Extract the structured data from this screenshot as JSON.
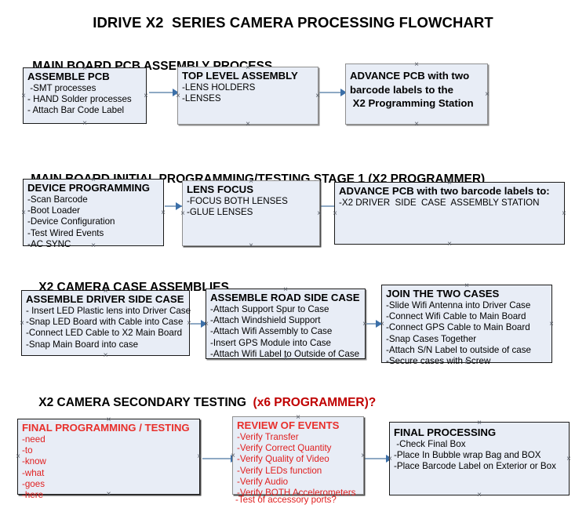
{
  "document": {
    "title": "IDRIVE X2  SERIES CAMERA PROCESSING FLOWCHART"
  },
  "sections": [
    {
      "id": "main-board-pcb-assembly",
      "heading": "MAIN BOARD PCB ASSEMBLY PROCESS",
      "heading_accent": ""
    },
    {
      "id": "main-board-initial-programming",
      "heading": "MAIN BOARD INITIAL PROGRAMMING/TESTING STAGE 1 (X2 PROGRAMMER)",
      "heading_accent": ""
    },
    {
      "id": "x2-camera-case-assemblies",
      "heading": "X2 CAMERA CASE ASSEMBLIES",
      "heading_accent": ""
    },
    {
      "id": "x2-camera-secondary-testing",
      "heading": "X2 CAMERA SECONDARY TESTING  ",
      "heading_accent": "(x6 PROGRAMMER)?"
    }
  ],
  "boxes": {
    "assemble_pcb": {
      "title": "ASSEMBLE PCB",
      "lines": [
        " -SMT processes",
        "- HAND Solder processes",
        "- Attach Bar Code Label"
      ]
    },
    "top_level_assembly": {
      "title": "TOP LEVEL ASSEMBLY",
      "lines": [
        "-LENS HOLDERS",
        "-LENSES"
      ]
    },
    "advance_pcb_station": {
      "title": "",
      "lines": [
        "ADVANCE PCB with two",
        "barcode labels to the",
        " X2 Programming Station"
      ]
    },
    "device_programming": {
      "title": "DEVICE PROGRAMMING",
      "lines": [
        "-Scan Barcode",
        "-Boot Loader",
        "-Device Configuration",
        "-Test Wired Events",
        "-AC SYNC"
      ]
    },
    "lens_focus": {
      "title": "LENS FOCUS",
      "lines": [
        "-FOCUS BOTH LENSES",
        "-GLUE LENSES"
      ]
    },
    "advance_pcb_driver_side": {
      "title": "ADVANCE PCB with two barcode labels to:",
      "lines": [
        "-X2 DRIVER  SIDE  CASE  ASSEMBLY STATION"
      ]
    },
    "assemble_driver_side_case": {
      "title": "ASSEMBLE DRIVER SIDE CASE",
      "lines": [
        "- Insert LED Plastic lens into Driver Case",
        "-Snap LED Board with Cable into Case",
        "-Connect LED Cable to X2 Main Board",
        "-Snap Main Board into case"
      ]
    },
    "assemble_road_side_case": {
      "title": "ASSEMBLE ROAD SIDE CASE",
      "lines": [
        "-Attach Support Spur to Case",
        "-Attach Windshield Support",
        "-Attach Wifi Assembly to Case",
        "-Insert GPS Module into Case",
        "-Attach Wifi Label to Outside of Case"
      ]
    },
    "join_the_two_cases": {
      "title": "JOIN THE TWO CASES",
      "lines": [
        "-Slide Wifi Antenna into Driver Case",
        "-Connect Wifi Cable to Main Board",
        "-Connect GPS Cable to Main Board",
        "-Snap Cases Together",
        "-Attach S/N Label to outside of case",
        "-Secure cases with Screw"
      ]
    },
    "final_programming_testing": {
      "title": "FINAL PROGRAMMING / TESTING",
      "lines": [
        "-need",
        "-to",
        "-know",
        "-what",
        "-goes",
        "-here"
      ]
    },
    "review_of_events": {
      "title": "REVIEW OF EVENTS",
      "lines": [
        "-Verify Transfer",
        "-Verify Correct Quantity",
        "-Verify Quality of Video",
        "-Verify LEDs function",
        "-Verify Audio",
        "-Verify BOTH Accelerometers"
      ],
      "overflow_line": "-Test of accessory ports?"
    },
    "final_processing": {
      "title": "FINAL PROCESSING",
      "lines": [
        " -Check Final Box",
        "-Place In Bubble wrap Bag and BOX",
        "-Place Barcode Label on Exterior or Box"
      ]
    }
  },
  "colors": {
    "box_fill": "#e8edf6",
    "box_border_dark": "#1a1a1a",
    "box_border_gray": "#8f8f8f",
    "accent_red": "#c00000",
    "red_text": "#e02020",
    "connector_line": "#8ea9c4",
    "connector_head": "#3b6fa8"
  }
}
